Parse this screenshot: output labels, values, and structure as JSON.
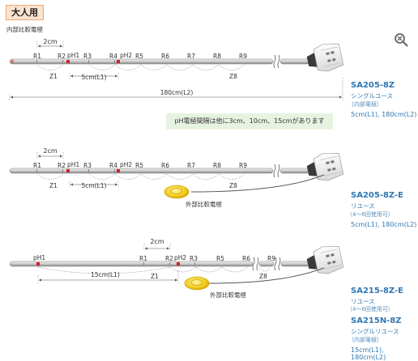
{
  "tag": "大人用",
  "zoom_icon": "magnifier-plus-icon",
  "note": "pH電極間隔は他に3cm、10cm、15cmがあります",
  "p1": {
    "ref_label": "内部比較電極",
    "dim_2cm": "2cm",
    "sensors": [
      "R1",
      "R2",
      "pH1",
      "R3",
      "R4",
      "pH2",
      "R5",
      "R6",
      "R7",
      "R8",
      "R9"
    ],
    "z1": "Z1",
    "z8": "Z8",
    "dim_5cm": "5cm(L1)",
    "dim_180cm": "180cm(L2)",
    "model": "SA205-8Z",
    "type": "シングルユース",
    "ref_note": "〔内部電極〕",
    "sizes": "5cm(L1), 180cm(L2)"
  },
  "p2": {
    "dim_2cm": "2cm",
    "sensors": [
      "R1",
      "R2",
      "pH1",
      "R3",
      "R4",
      "pH2",
      "R5",
      "R6",
      "R7",
      "R8",
      "R9"
    ],
    "z1": "Z1",
    "z8": "Z8",
    "dim_5cm": "5cm(L1)",
    "ext_ref": "外部比較電極",
    "model": "SA205-8Z-E",
    "type": "リユース",
    "uses": "（4～6回使用可）",
    "sizes": "5cm(L1), 180cm(L2)"
  },
  "p3": {
    "dim_2cm": "2cm",
    "sensors": [
      "pH1",
      "R1",
      "R2",
      "pH2",
      "R3",
      "R5",
      "R6",
      "R9"
    ],
    "z1": "Z1",
    "z8": "Z8",
    "dim_15cm": "15cm(L1)",
    "ext_ref": "外部比較電極",
    "model1": "SA215-8Z-E",
    "type1": "リユース",
    "uses": "（4～6回使用可）",
    "model2": "SA215N-8Z",
    "type2": "シングルリユース",
    "ref_note": "〔内部電極〕",
    "sizes": "15cm(L1), 180cm(L2)"
  }
}
